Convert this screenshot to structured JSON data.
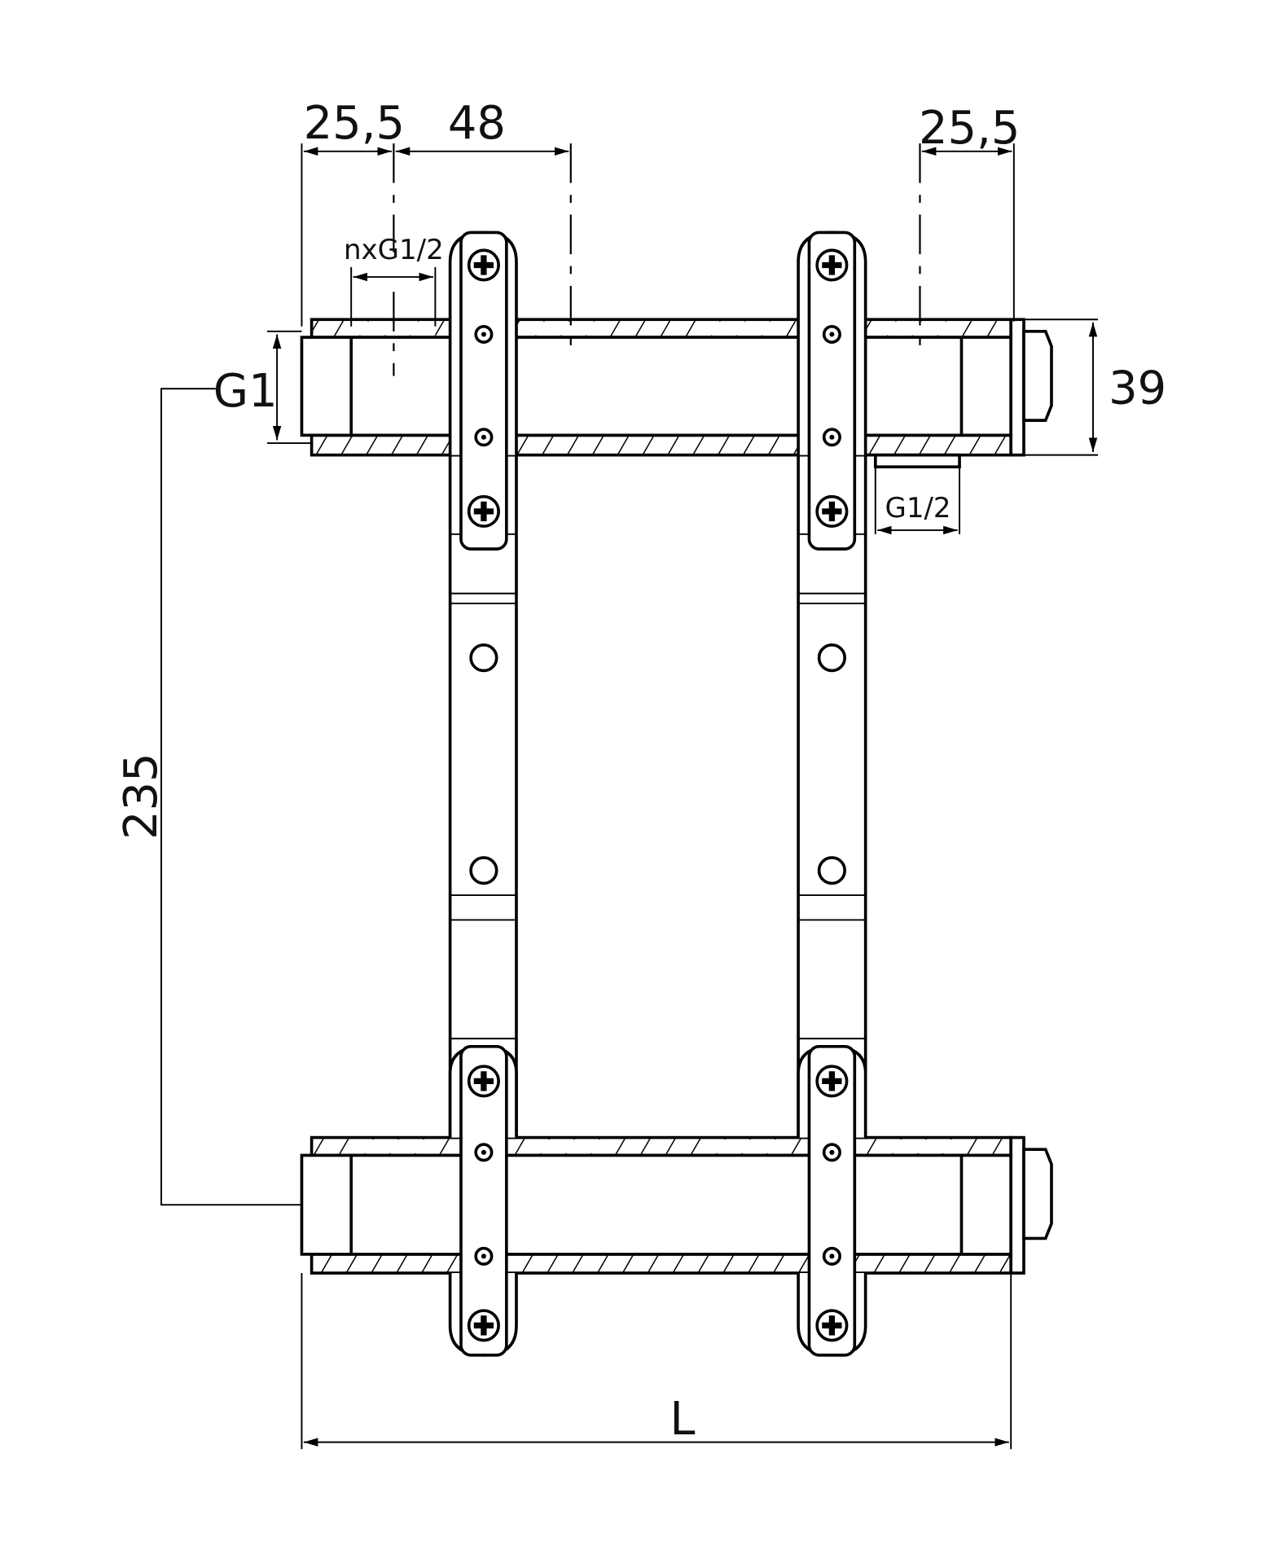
{
  "drawing": {
    "title": "Heating manifold technical drawing",
    "dimensions": {
      "left_offset": "25,5",
      "outlet_spacing": "48",
      "right_offset": "25,5",
      "outlet_thread": "nxG1/2",
      "inlet_thread": "G1",
      "pipe_height": "39",
      "side_thread": "G1/2",
      "center_distance": "235",
      "overall_length": "L"
    },
    "colors": {
      "line": "#000000",
      "background": "#ffffff"
    }
  }
}
